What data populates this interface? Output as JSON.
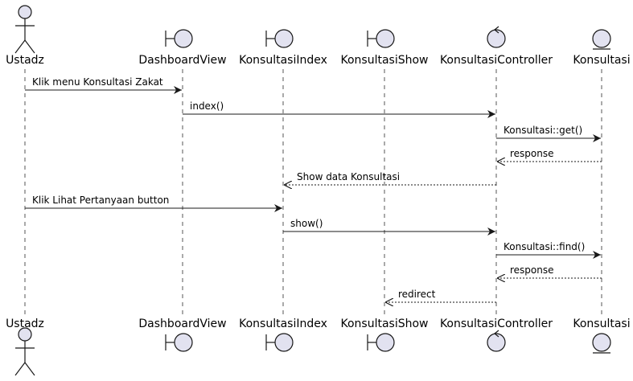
{
  "participants": [
    {
      "id": "ustadz",
      "name": "Ustadz",
      "kind": "actor"
    },
    {
      "id": "dashboardview",
      "name": "DashboardView",
      "kind": "boundary"
    },
    {
      "id": "konsultasiindex",
      "name": "KonsultasiIndex",
      "kind": "boundary"
    },
    {
      "id": "konsultasishow",
      "name": "KonsultasiShow",
      "kind": "boundary"
    },
    {
      "id": "konsultasicontroller",
      "name": "KonsultasiController",
      "kind": "control"
    },
    {
      "id": "konsultasi",
      "name": "Konsultasi",
      "kind": "entity"
    }
  ],
  "messages": [
    {
      "from": "ustadz",
      "to": "dashboardview",
      "label": "Klik menu Konsultasi Zakat",
      "style": "solid"
    },
    {
      "from": "dashboardview",
      "to": "konsultasicontroller",
      "label": "index()",
      "style": "solid"
    },
    {
      "from": "konsultasicontroller",
      "to": "konsultasi",
      "label": "Konsultasi::get()",
      "style": "solid"
    },
    {
      "from": "konsultasi",
      "to": "konsultasicontroller",
      "label": "response",
      "style": "dashed"
    },
    {
      "from": "konsultasicontroller",
      "to": "konsultasiindex",
      "label": "Show data Konsultasi",
      "style": "dashed"
    },
    {
      "from": "ustadz",
      "to": "konsultasiindex",
      "label": "Klik Lihat Pertanyaan button",
      "style": "solid"
    },
    {
      "from": "konsultasiindex",
      "to": "konsultasicontroller",
      "label": "show()",
      "style": "solid"
    },
    {
      "from": "konsultasicontroller",
      "to": "konsultasi",
      "label": "Konsultasi::find()",
      "style": "solid"
    },
    {
      "from": "konsultasi",
      "to": "konsultasicontroller",
      "label": "response",
      "style": "dashed"
    },
    {
      "from": "konsultasicontroller",
      "to": "konsultasishow",
      "label": "redirect",
      "style": "dashed"
    }
  ]
}
